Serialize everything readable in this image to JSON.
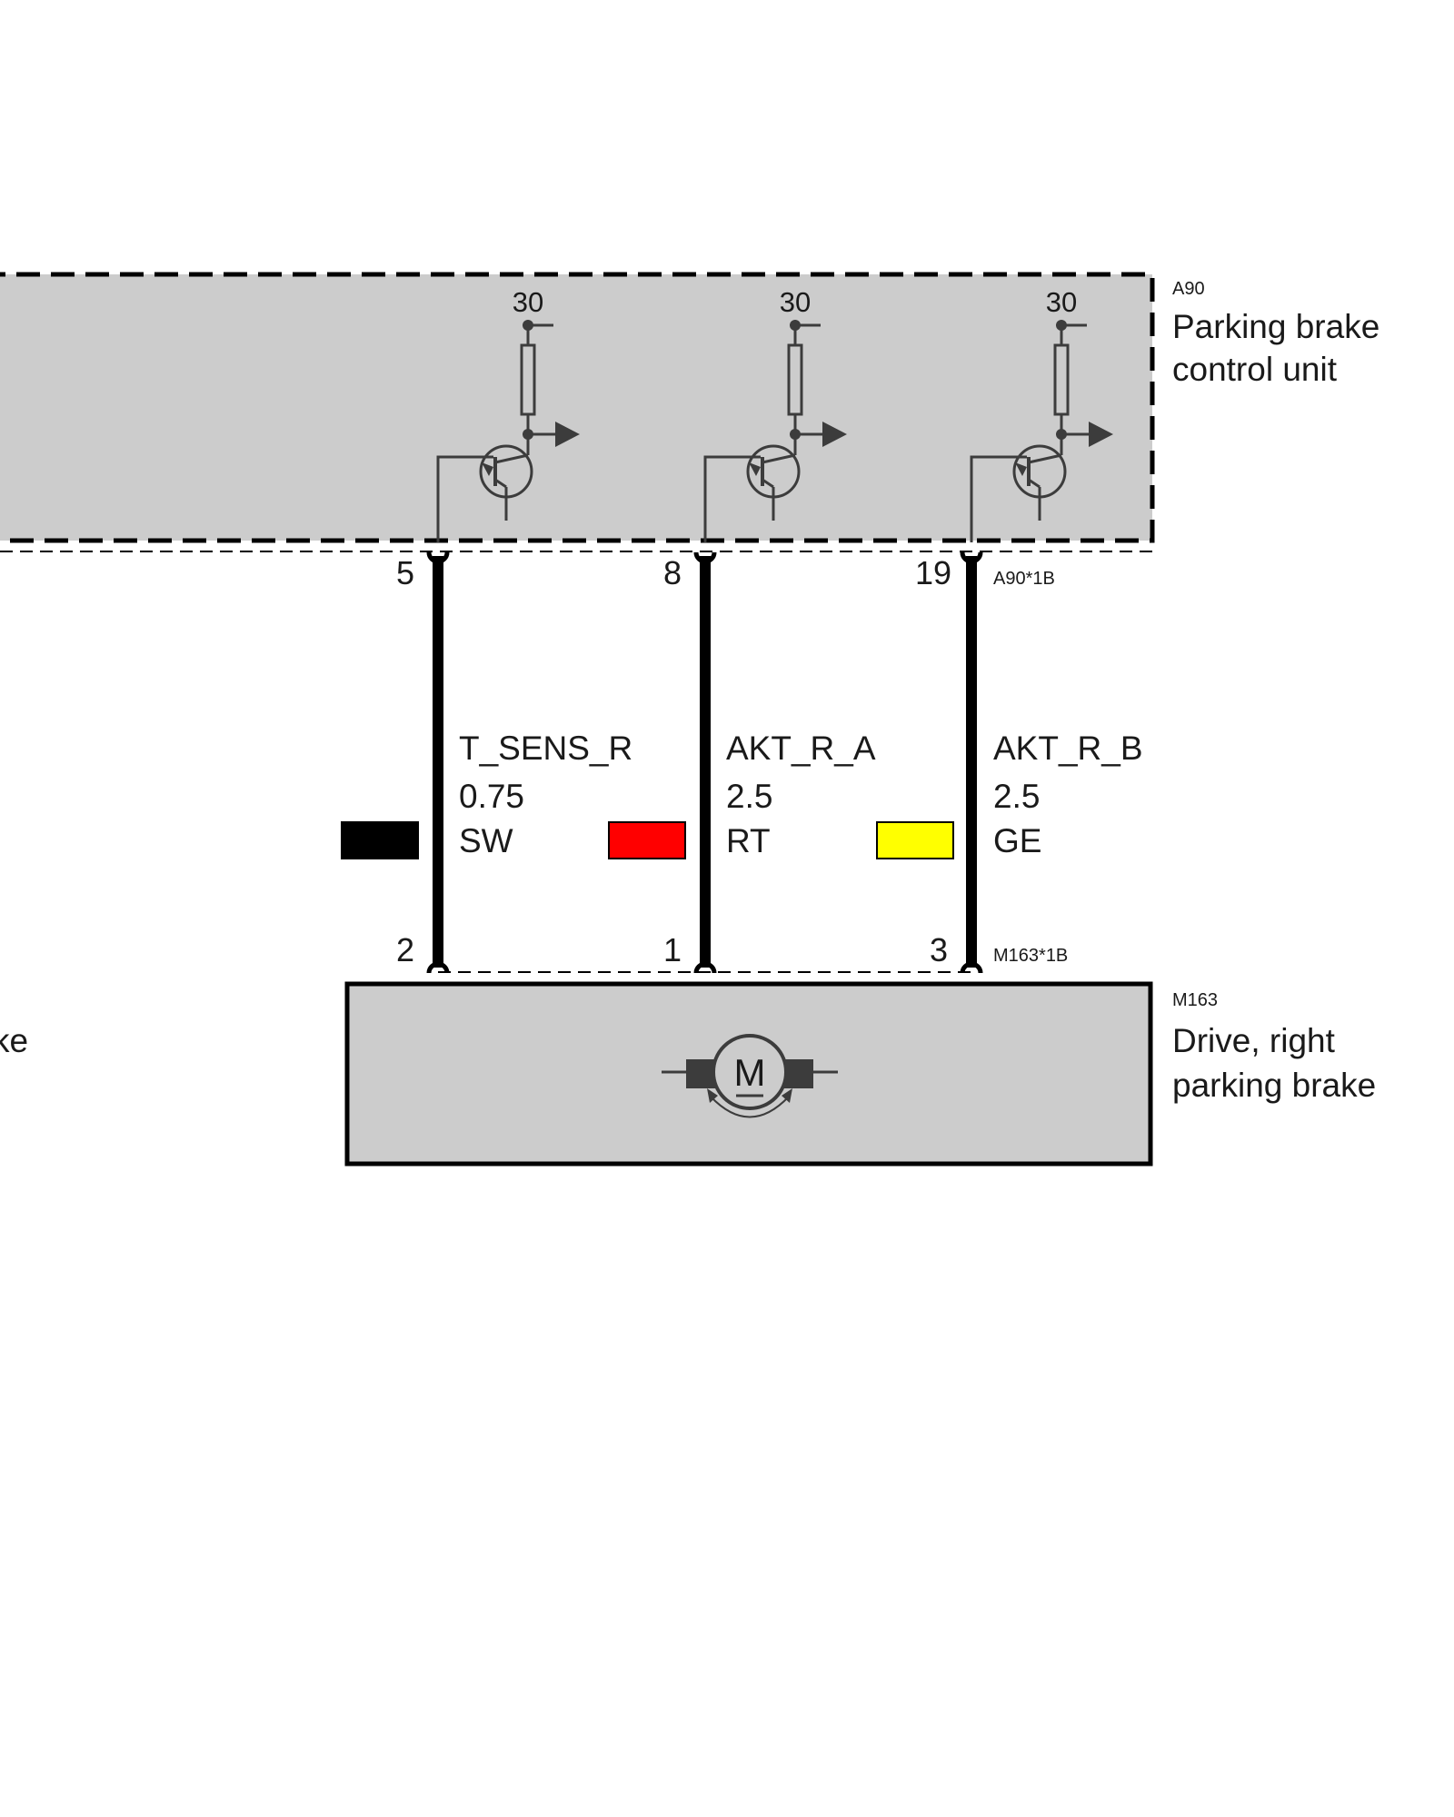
{
  "control_unit": {
    "id": "A90",
    "name_line1": "Parking brake",
    "name_line2": "control unit",
    "connector": "A90*1B",
    "supply_label": "30"
  },
  "drive": {
    "id": "M163",
    "name_line1": "Drive, right",
    "name_line2": "parking brake",
    "connector": "M163*1B",
    "motor_symbol": "M"
  },
  "cut_text": "ke",
  "wires": [
    {
      "signal": "T_SENS_R",
      "cross_section": "0.75",
      "color_code": "SW",
      "color_hex": "#000000",
      "pin_top": "5",
      "pin_bottom": "2"
    },
    {
      "signal": "AKT_R_A",
      "cross_section": "2.5",
      "color_code": "RT",
      "color_hex": "#ff0000",
      "pin_top": "8",
      "pin_bottom": "1"
    },
    {
      "signal": "AKT_R_B",
      "cross_section": "2.5",
      "color_code": "GE",
      "color_hex": "#ffff00",
      "pin_top": "19",
      "pin_bottom": "3"
    }
  ],
  "colors": {
    "box_fill": "#cccccc",
    "line": "#000000",
    "symbol": "#3c3c3c"
  }
}
